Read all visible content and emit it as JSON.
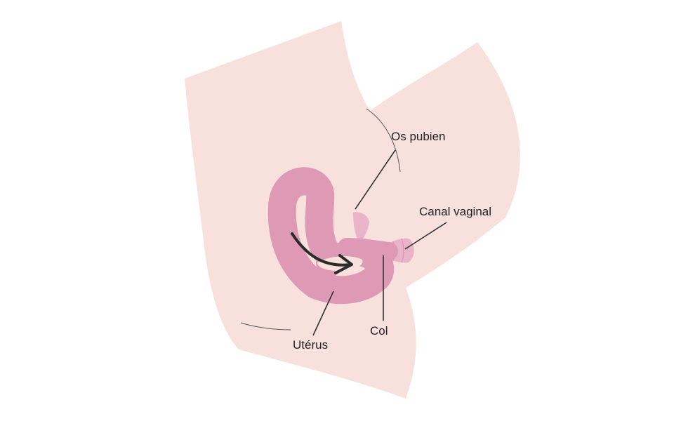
{
  "colors": {
    "background": "#ffffff",
    "body": "#f8e0dd",
    "organ": "#de9ab5",
    "organ_light": "#eab4c8",
    "arrow": "#2b2b2b",
    "leader_line": "#333333",
    "label_text": "#222222"
  },
  "labels": {
    "os_pubien": "Os pubien",
    "canal_vaginal": "Canal vaginal",
    "col": "Col",
    "uterus": "Utérus"
  }
}
